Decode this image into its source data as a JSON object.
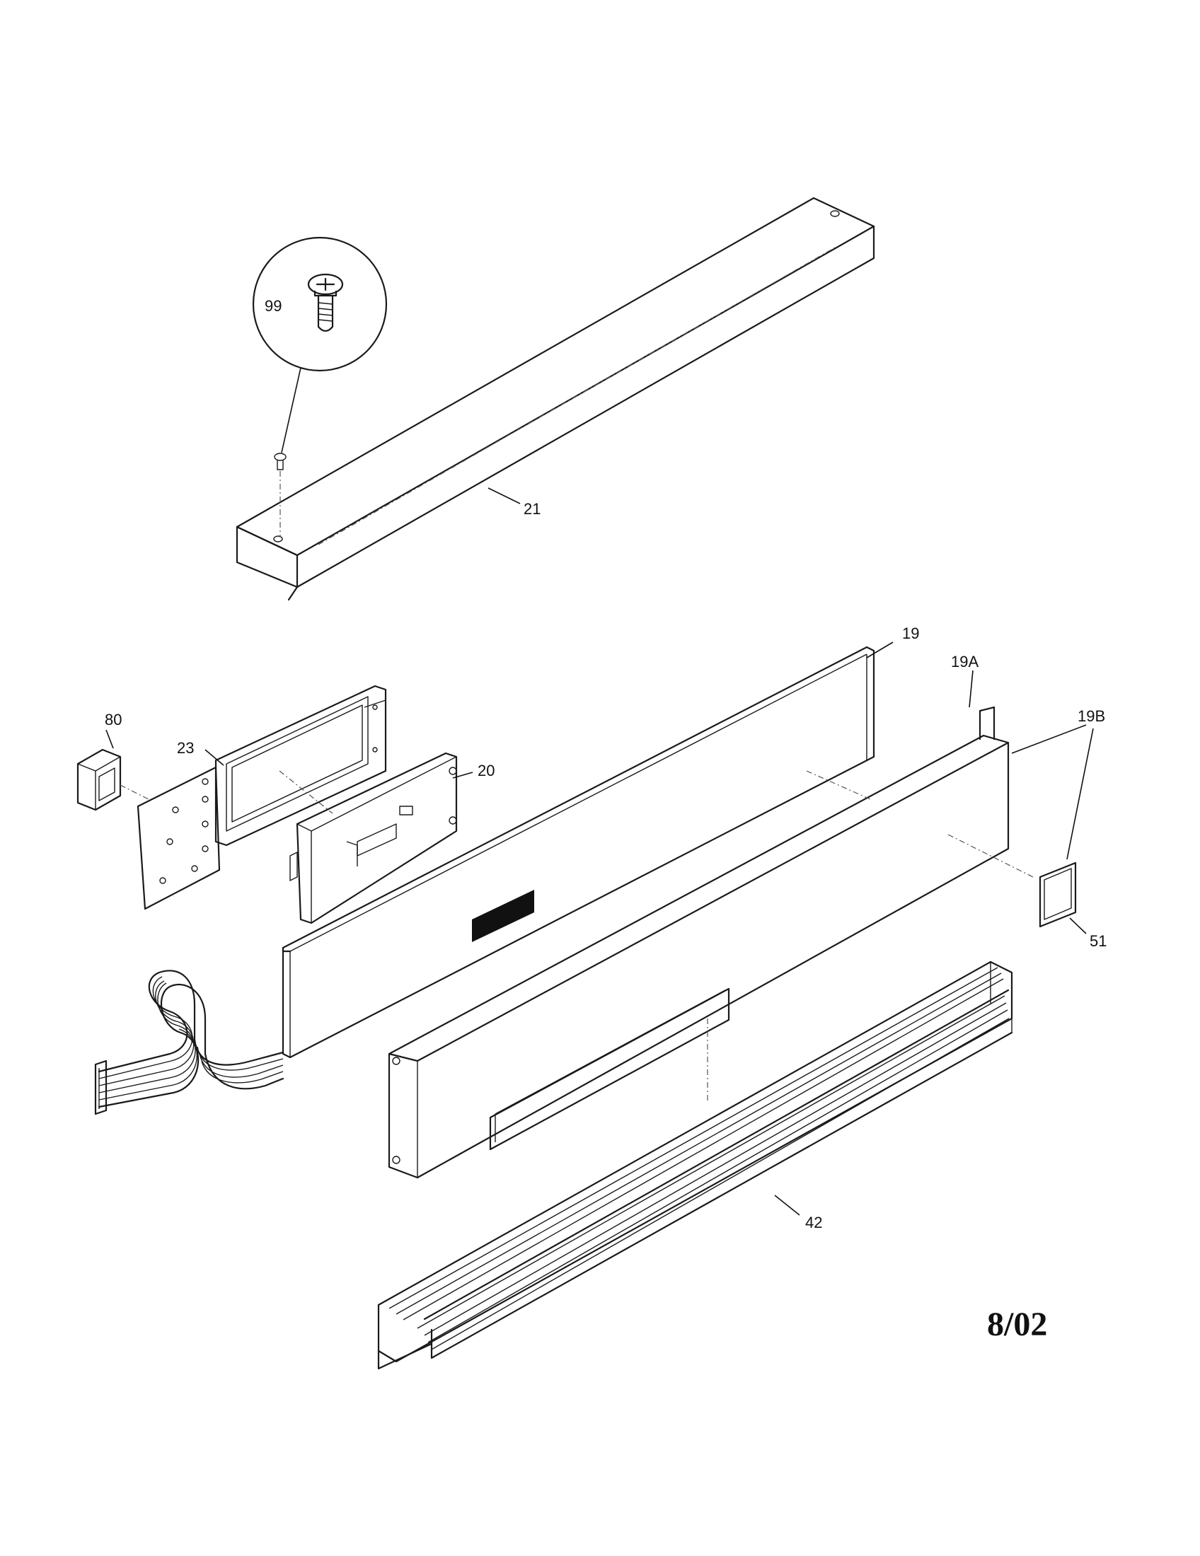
{
  "callouts": {
    "p99": "99",
    "p21": "21",
    "p19": "19",
    "p19a": "19A",
    "p19b": "19B",
    "p80": "80",
    "p23": "23",
    "p20": "20",
    "p51": "51",
    "p42": "42"
  },
  "revision_date": "8/02"
}
